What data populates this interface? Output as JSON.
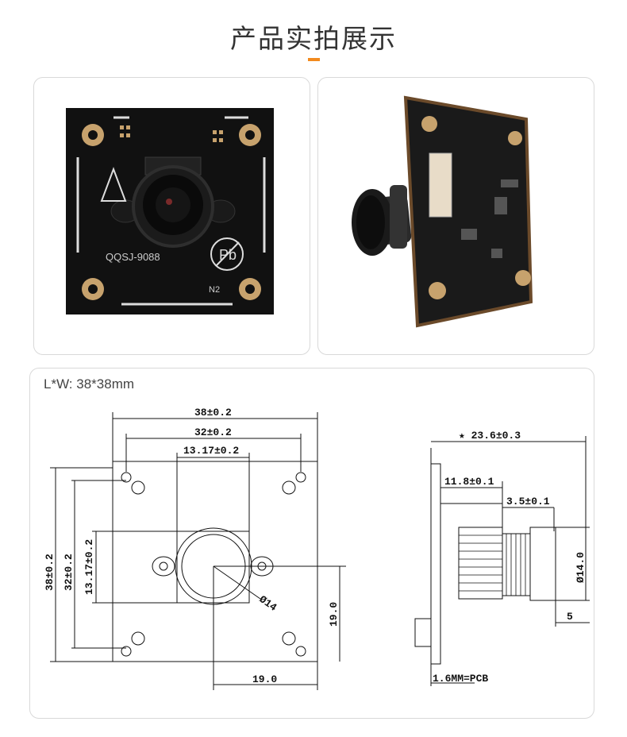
{
  "header": {
    "title": "产品实拍展示"
  },
  "photos": {
    "front": {
      "board_model": "QQSJ-9088",
      "mark_n2": "N2",
      "mark_pb": "Pb"
    },
    "side": {}
  },
  "drawing": {
    "dims_label": "L*W: 38*38mm",
    "front_view": {
      "width_outer": "38±0.2",
      "width_holes": "32±0.2",
      "width_lens_mount": "13.17±0.2",
      "height_outer": "38±0.2",
      "height_holes": "32±0.2",
      "height_lens_mount": "13.17±0.2",
      "lens_diameter": "Ø14",
      "offset_x": "19.0",
      "offset_y": "19.0"
    },
    "side_view": {
      "total_height": "★ 23.6±0.3",
      "lens_holder_height": "11.8±0.1",
      "lens_collar": "3.5±0.1",
      "lens_diameter": "Ø14.0",
      "lens_tip": "5",
      "pcb_thickness": "1.6MM=PCB"
    }
  },
  "colors": {
    "accent": "#f28a1e",
    "pcb": "#111111",
    "border": "#d9d9d9"
  }
}
